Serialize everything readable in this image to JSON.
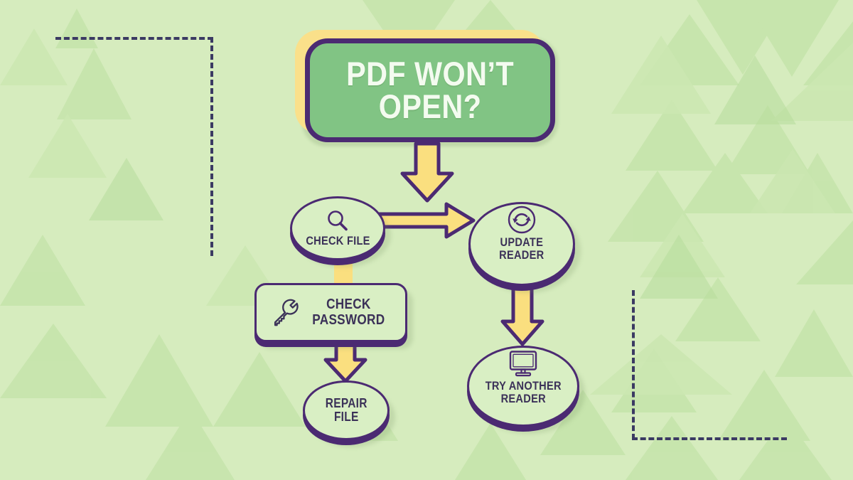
{
  "theme": {
    "background": "#d6ecbe",
    "accent_purple": "#4b2a72",
    "accent_yellow": "#fae08a",
    "title_green": "#81c484",
    "node_fill": "#d9efc4",
    "text_dark": "#3b3158",
    "title_text_color": "#f4fbf0",
    "dash_color": "#3b3a63"
  },
  "title_card": {
    "text": "PDF WON’T\nOPEN?"
  },
  "nodes": {
    "check_file": {
      "label": "CHECK FILE",
      "icon": "magnifying-glass-icon"
    },
    "update_reader": {
      "label": "UPDATE\nREADER",
      "icon": "refresh-sync-icon"
    },
    "check_password": {
      "label": "CHECK\nPASSWORD",
      "icon": "wrench-icon"
    },
    "repair_file": {
      "label": "REPAIR\nFILE",
      "icon": "none"
    },
    "try_another_reader": {
      "label": "TRY ANOTHER\nREADER",
      "icon": "monitor-icon"
    }
  },
  "connectors": [
    {
      "name": "title-to-check-file",
      "direction": "down",
      "arrowhead": true
    },
    {
      "name": "check-file-to-update-reader",
      "direction": "right",
      "arrowhead": true
    },
    {
      "name": "check-file-to-check-password",
      "direction": "down",
      "arrowhead": false
    },
    {
      "name": "check-password-to-repair-file",
      "direction": "down",
      "arrowhead": true
    },
    {
      "name": "update-reader-to-try-another-reader",
      "direction": "down",
      "arrowhead": true
    }
  ],
  "decorations": {
    "dashed_corner_top_left": "corner-bracket",
    "dashed_corner_bottom_right": "corner-bracket"
  }
}
